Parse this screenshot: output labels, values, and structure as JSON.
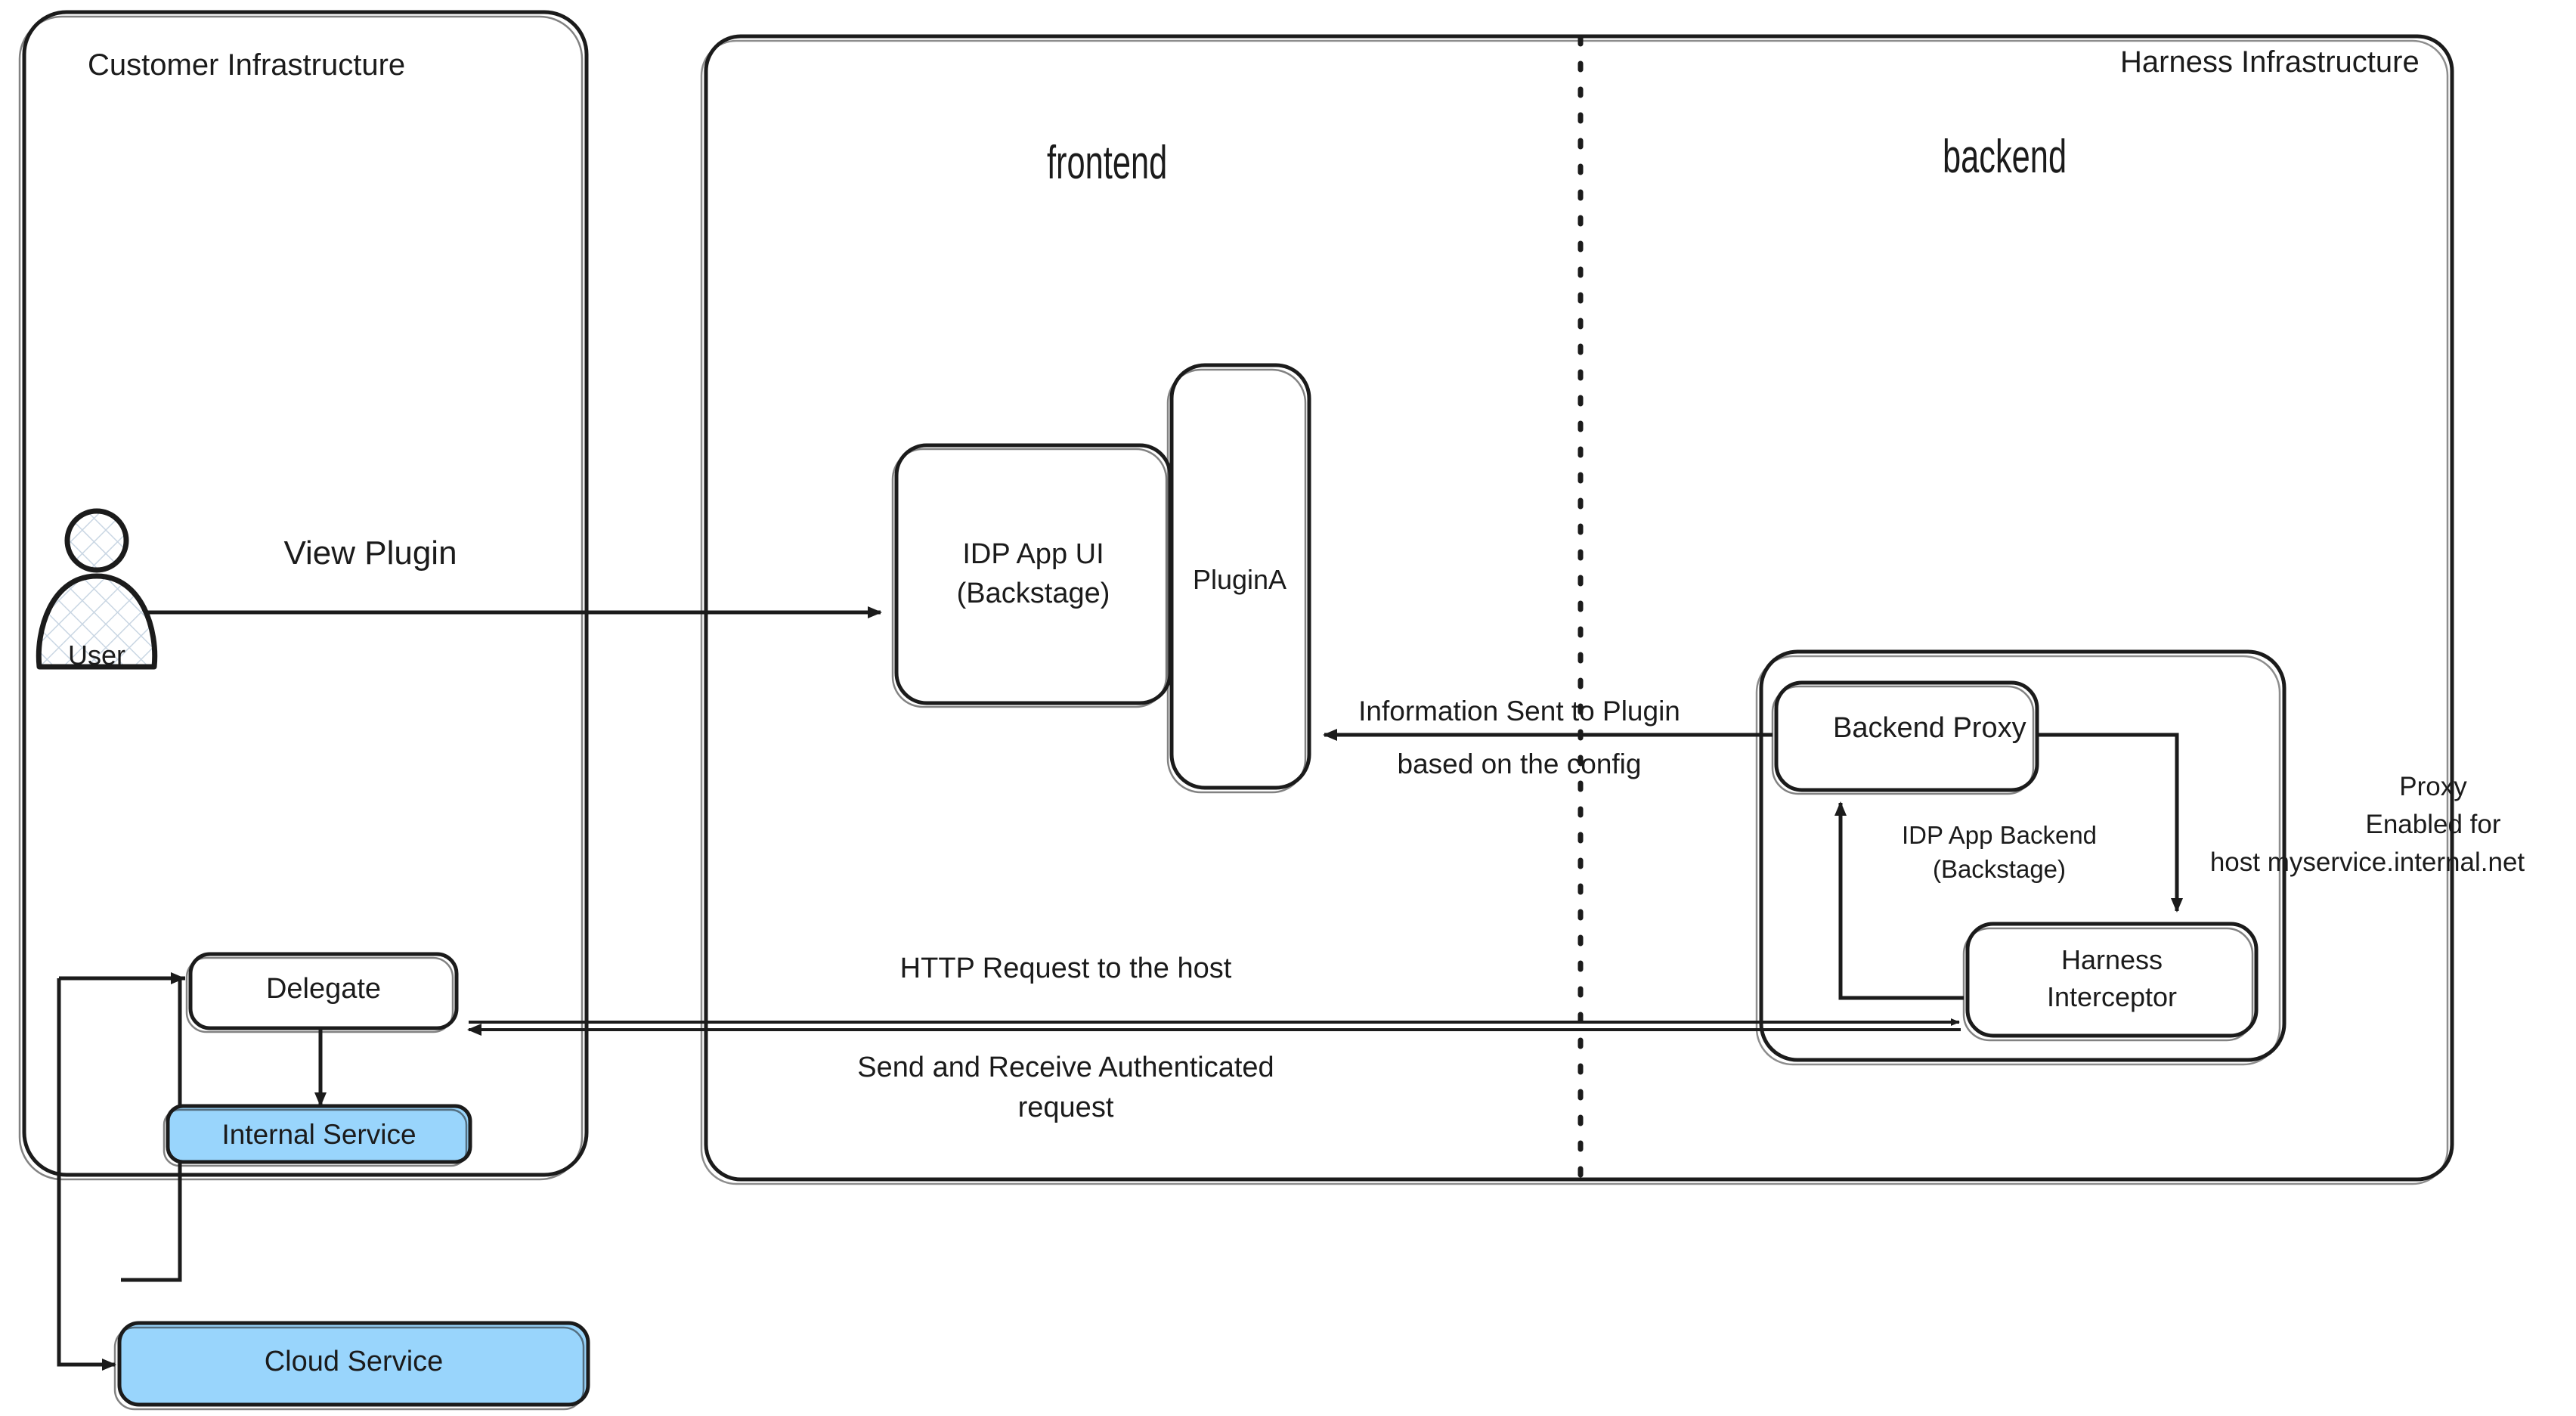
{
  "diagram": {
    "title": "Harness IDP Plugin Backend Proxy Architecture",
    "type": "architecture-flow-diagram",
    "colors": {
      "stroke": "#1b1b1b",
      "fill_white": "#ffffff",
      "fill_blue": "#99d5fc",
      "text": "#1b1b1b",
      "divider": "#1b1b1b"
    }
  },
  "zones": {
    "customer": {
      "label": "Customer Infrastructure",
      "font": "handwritten"
    },
    "harness": {
      "label": "Harness Infrastructure",
      "font": "sans-serif",
      "columns": [
        {
          "label": "frontend",
          "font": "condensed-sans"
        },
        {
          "label": "backend",
          "font": "condensed-sans"
        }
      ],
      "divider": "dotted-vertical"
    }
  },
  "nodes": {
    "user": {
      "label": "User",
      "icon": "user-actor-icon",
      "fill": "#ffffff"
    },
    "idp_app_ui": {
      "line1": "IDP App UI",
      "line2": "(Backstage)",
      "fill": "#ffffff"
    },
    "plugin_a": {
      "label": "PluginA",
      "fill": "#ffffff"
    },
    "idp_app_backend": {
      "line1": "IDP App Backend",
      "line2": "(Backstage)",
      "fill": "#ffffff"
    },
    "backend_proxy": {
      "label": "Backend Proxy",
      "fill": "#ffffff"
    },
    "harness_interceptor": {
      "line1": "Harness",
      "line2": "Interceptor",
      "fill": "#ffffff"
    },
    "delegate": {
      "label": "Delegate",
      "fill": "#ffffff"
    },
    "internal_service": {
      "label": "Internal Service",
      "fill": "#99d5fc"
    },
    "cloud_service": {
      "label": "Cloud Service",
      "fill": "#99d5fc"
    }
  },
  "edges": {
    "user_to_ui": {
      "label": "View Plugin",
      "from": "user",
      "to": "idp_app_ui",
      "direction": "right"
    },
    "backend_to_plugin": {
      "line1": "Information Sent to Plugin",
      "line2": "based on the config",
      "from": "backend_proxy",
      "to": "plugin_a",
      "direction": "left"
    },
    "interceptor_to_delegate": {
      "line1": "HTTP Request to the host",
      "line2": "Send and Receive Authenticated",
      "line3": "request",
      "from": "harness_interceptor",
      "to": "delegate",
      "direction": "bidirectional"
    },
    "proxy_note": {
      "line1": "Proxy",
      "line2": "Enabled for",
      "line3": "host myservice.internal.net",
      "attached_to": "backend_proxy-to-harness_interceptor"
    },
    "delegate_internal": {
      "from": "delegate",
      "to": "internal_service",
      "direction": "bidirectional",
      "label": ""
    },
    "delegate_cloud": {
      "from": "delegate",
      "to": "cloud_service",
      "direction": "right",
      "label": ""
    },
    "interceptor_back_to_proxy": {
      "from": "harness_interceptor",
      "to": "backend_proxy",
      "direction": "up",
      "label": ""
    }
  }
}
